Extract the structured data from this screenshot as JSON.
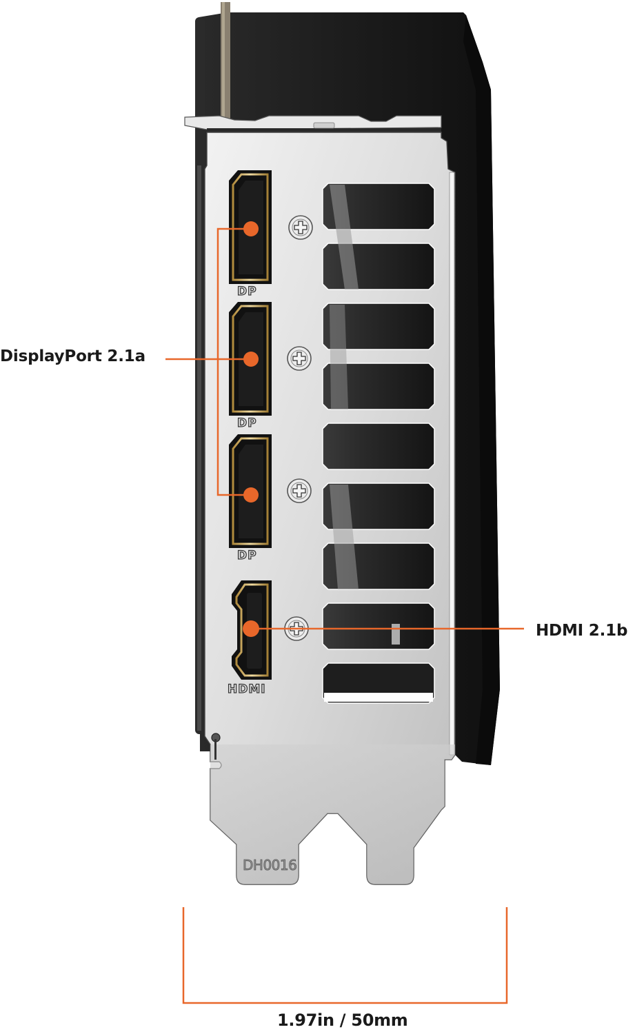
{
  "figure": {
    "subject": "Graphics card rear I/O bracket",
    "accent_color": "#e8672a",
    "bracket_color": "#d4d4d4",
    "shroud_color": "#1e1e1e"
  },
  "callouts": {
    "displayport": {
      "label": "DisplayPort 2.1a",
      "count": 3
    },
    "hdmi": {
      "label": "HDMI 2.1b",
      "count": 1
    }
  },
  "dimension": {
    "label": "1.97in / 50mm"
  },
  "port_labels": {
    "dp1": "DP",
    "dp2": "DP",
    "dp3": "DP",
    "hdmi": "HDMI"
  },
  "bracket_stamp": "DH0016"
}
